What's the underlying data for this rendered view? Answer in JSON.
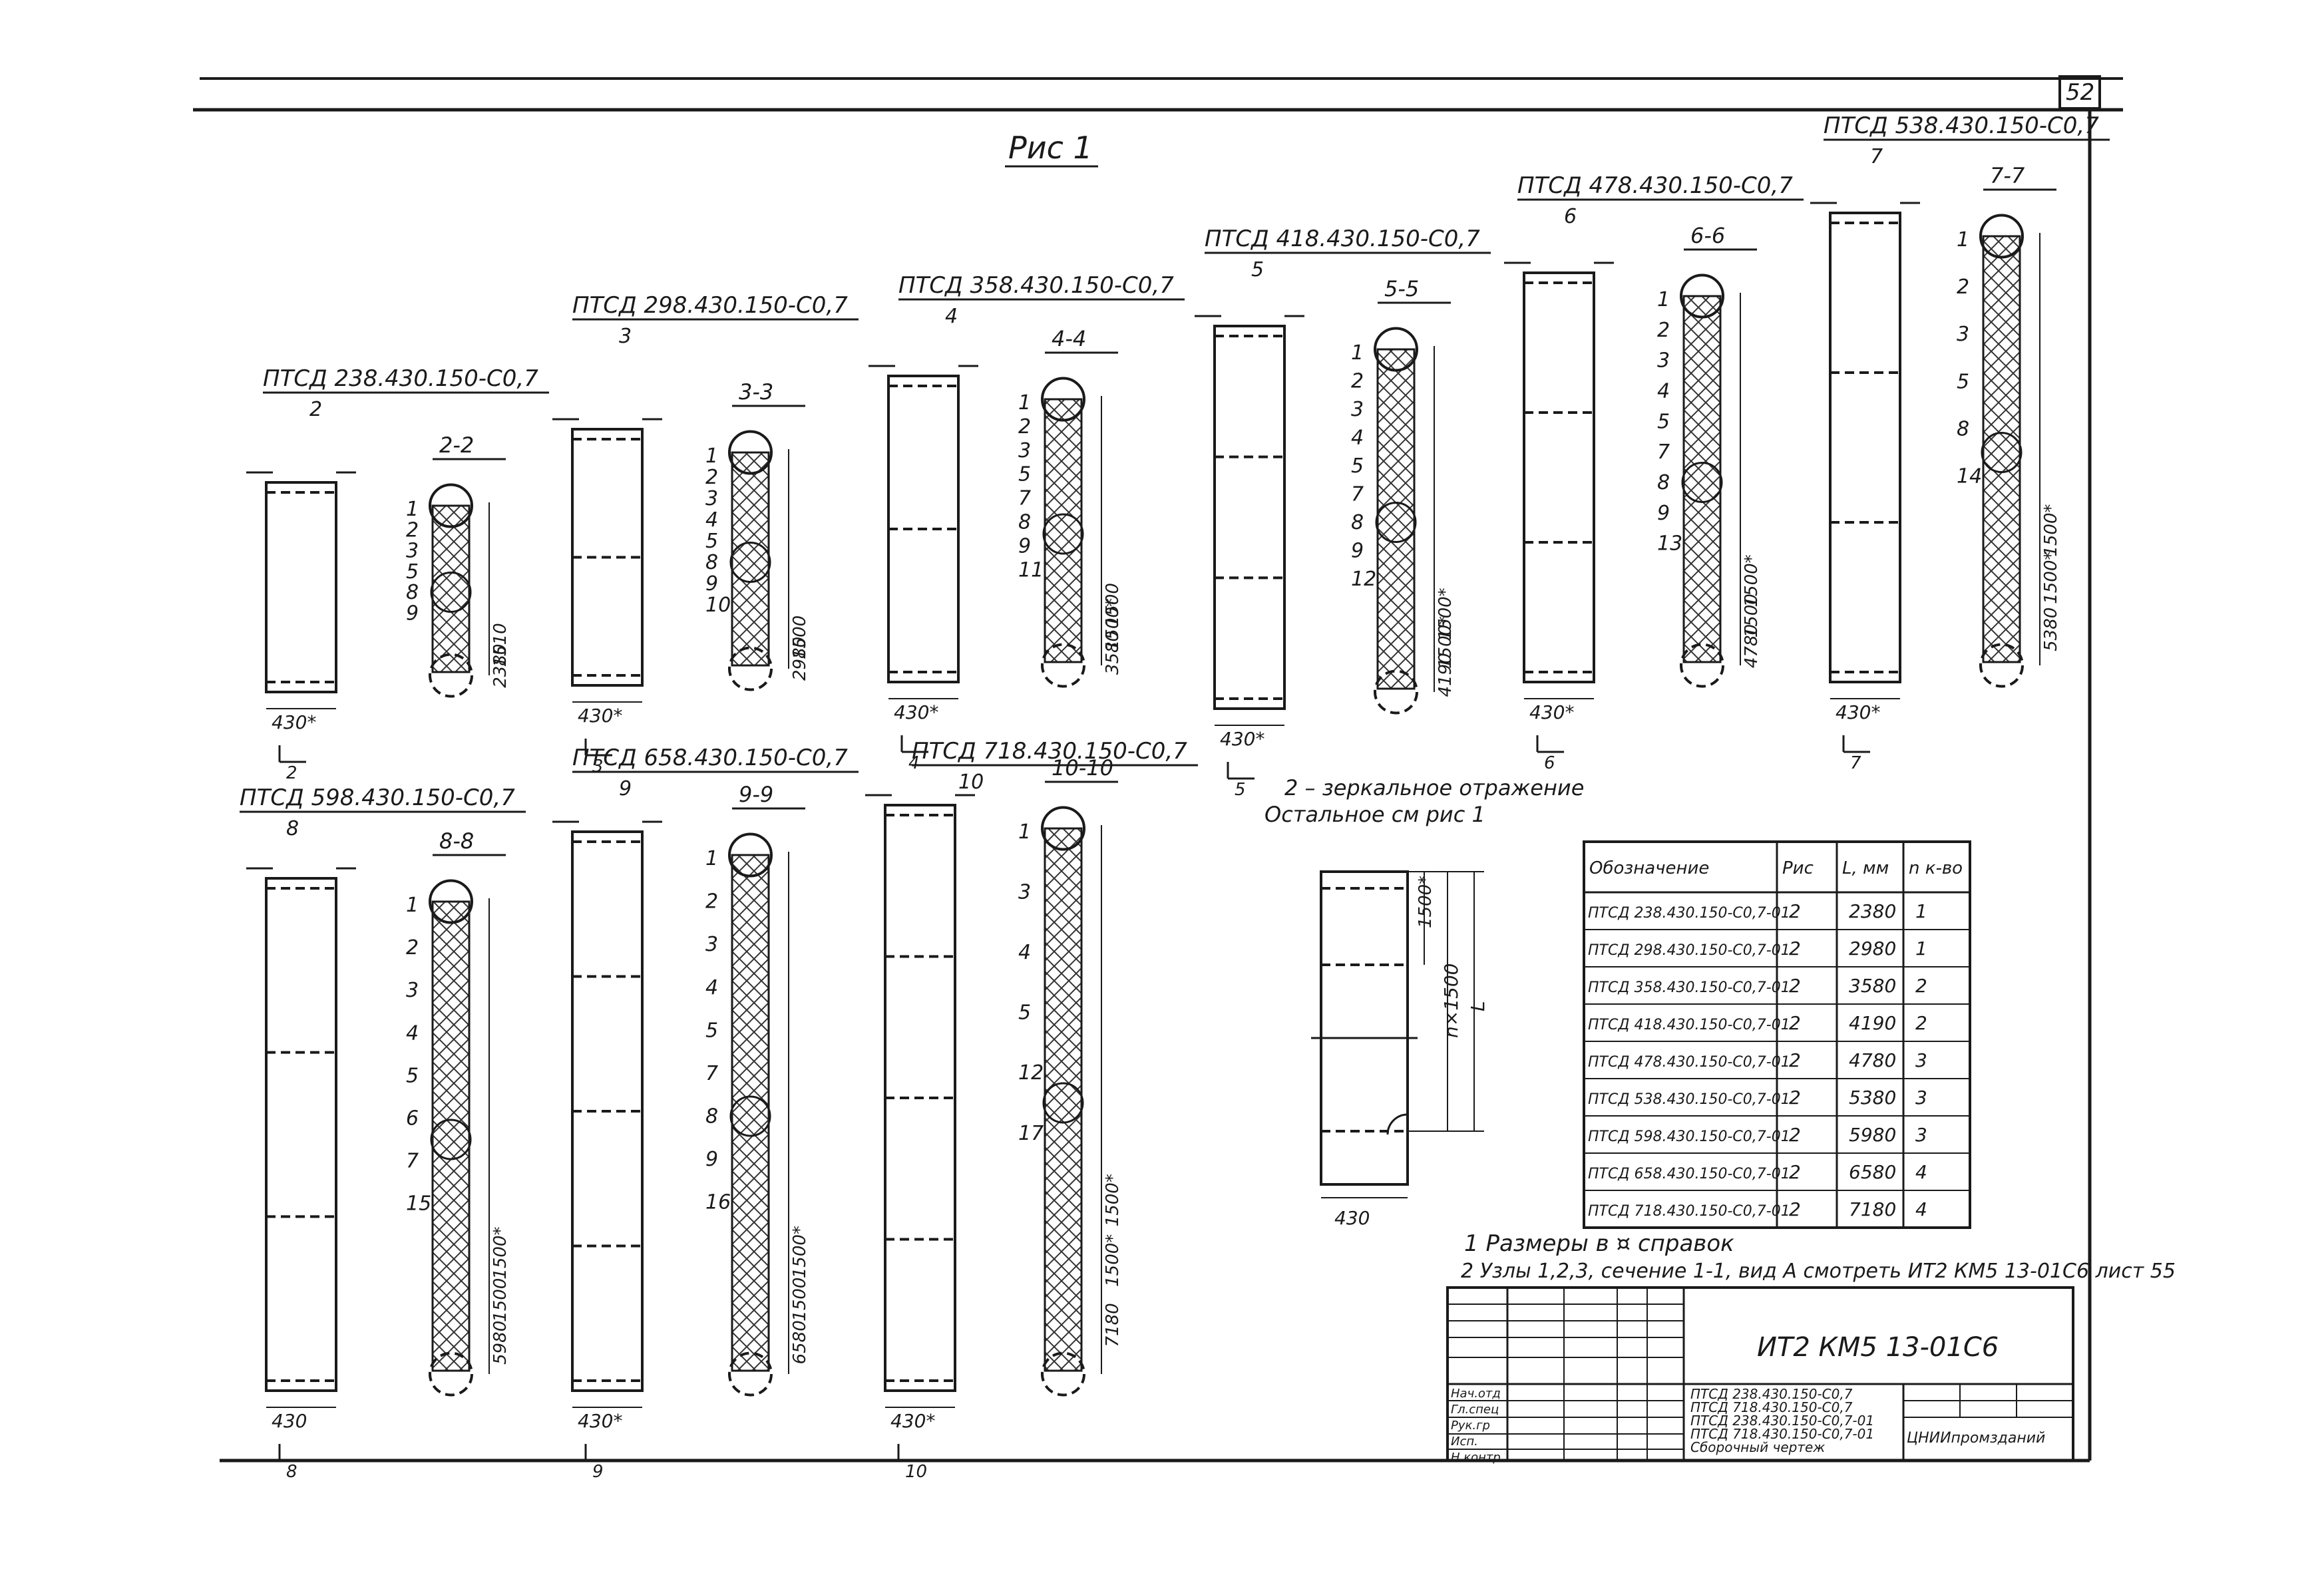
{
  "sheet": {
    "page_number": "52",
    "figure_title": "Рис 1",
    "note_mirror": "2 – зеркальное отражение",
    "note_rest": "Остальное см рис 1",
    "notes": [
      "1 Размеры в ¤ справок",
      "2 Узлы 1,2,3, сечение 1-1, вид А смотреть ИТ2 КМ5 13-01С6 лист 55"
    ]
  },
  "panels": [
    {
      "title": "ПТСД 238.430.150-С0,7",
      "sub": "2",
      "section": "2-2",
      "width_dim": "430*",
      "cut": "2",
      "parts": [
        "1",
        "2",
        "3",
        "5",
        "8",
        "9",
        "1510",
        "2380"
      ]
    },
    {
      "title": "ПТСД 298.430.150-С0,7",
      "sub": "3",
      "section": "3-3",
      "width_dim": "430*",
      "cut": "3",
      "parts": [
        "1",
        "2",
        "3",
        "4",
        "5",
        "8",
        "9",
        "10",
        "1500",
        "2980"
      ]
    },
    {
      "title": "ПТСД 358.430.150-С0,7",
      "sub": "4",
      "section": "4-4",
      "width_dim": "430*",
      "cut": "4",
      "parts": [
        "1",
        "2",
        "3",
        "5",
        "7",
        "8",
        "9",
        "11",
        "1500",
        "1500*",
        "3580"
      ]
    },
    {
      "title": "ПТСД 418.430.150-С0,7",
      "sub": "5",
      "section": "5-5",
      "width_dim": "430*",
      "cut": "5",
      "parts": [
        "1",
        "2",
        "3",
        "4",
        "5",
        "7",
        "8",
        "9",
        "12",
        "1500*",
        "1500*",
        "4190"
      ]
    },
    {
      "title": "ПТСД 478.430.150-С0,7",
      "sub": "6",
      "section": "6-6",
      "width_dim": "430*",
      "cut": "6",
      "parts": [
        "1",
        "2",
        "3",
        "4",
        "5",
        "7",
        "8",
        "9",
        "13",
        "1500*",
        "1500",
        "4780"
      ]
    },
    {
      "title": "ПТСД 538.430.150-С0,7",
      "sub": "7",
      "section": "7-7",
      "width_dim": "430*",
      "cut": "7",
      "parts": [
        "1",
        "2",
        "3",
        "5",
        "8",
        "14",
        "1500*",
        "1500*",
        "5380"
      ]
    },
    {
      "title": "ПТСД 598.430.150-С0,7",
      "sub": "8",
      "section": "8-8",
      "width_dim": "430",
      "cut": "8",
      "parts": [
        "1",
        "2",
        "3",
        "4",
        "5",
        "6",
        "7",
        "15",
        "1500*",
        "1500",
        "5980"
      ]
    },
    {
      "title": "ПТСД 658.430.150-С0,7",
      "sub": "9",
      "section": "9-9",
      "width_dim": "430*",
      "cut": "9",
      "parts": [
        "1",
        "2",
        "3",
        "4",
        "5",
        "7",
        "8",
        "9",
        "16",
        "1500*",
        "1500",
        "6580"
      ]
    },
    {
      "title": "ПТСД 718.430.150-С0,7",
      "sub": "10",
      "section": "10-10",
      "width_dim": "430*",
      "cut": "10",
      "parts": [
        "1",
        "3",
        "4",
        "5",
        "12",
        "17",
        "1500*",
        "1500*",
        "7180"
      ]
    }
  ],
  "detail": {
    "dims": [
      "1500*",
      "n×1500",
      "L",
      "430"
    ]
  },
  "spec_table": {
    "headers": [
      "Обозначение",
      "Рис",
      "L, мм",
      "n к-во"
    ],
    "rows": [
      [
        "ПТСД 238.430.150-С0,7-01",
        "2",
        "2380",
        "1"
      ],
      [
        "ПТСД 298.430.150-С0,7-01",
        "2",
        "2980",
        "1"
      ],
      [
        "ПТСД 358.430.150-С0,7-01",
        "2",
        "3580",
        "2"
      ],
      [
        "ПТСД 418.430.150-С0,7-01",
        "2",
        "4190",
        "2"
      ],
      [
        "ПТСД 478.430.150-С0,7-01",
        "2",
        "4780",
        "3"
      ],
      [
        "ПТСД 538.430.150-С0,7-01",
        "2",
        "5380",
        "3"
      ],
      [
        "ПТСД 598.430.150-С0,7-01",
        "2",
        "5980",
        "3"
      ],
      [
        "ПТСД 658.430.150-С0,7-01",
        "2",
        "6580",
        "4"
      ],
      [
        "ПТСД 718.430.150-С0,7-01",
        "2",
        "7180",
        "4"
      ]
    ]
  },
  "title_block": {
    "code": "ИТ2 КМ5 13-01С6",
    "name_lines": [
      "ПТСД 238.430.150-С0,7",
      "ПТСД 718.430.150-С0,7",
      "ПТСД 238.430.150-С0,7-01",
      "ПТСД 718.430.150-С0,7-01",
      "Сборочный чертеж"
    ],
    "roles": [
      "Нач.отд",
      "Гл.спец",
      "Рук.гр",
      "Исп.",
      "Н.контр"
    ],
    "org": "ЦНИИпромзданий"
  }
}
